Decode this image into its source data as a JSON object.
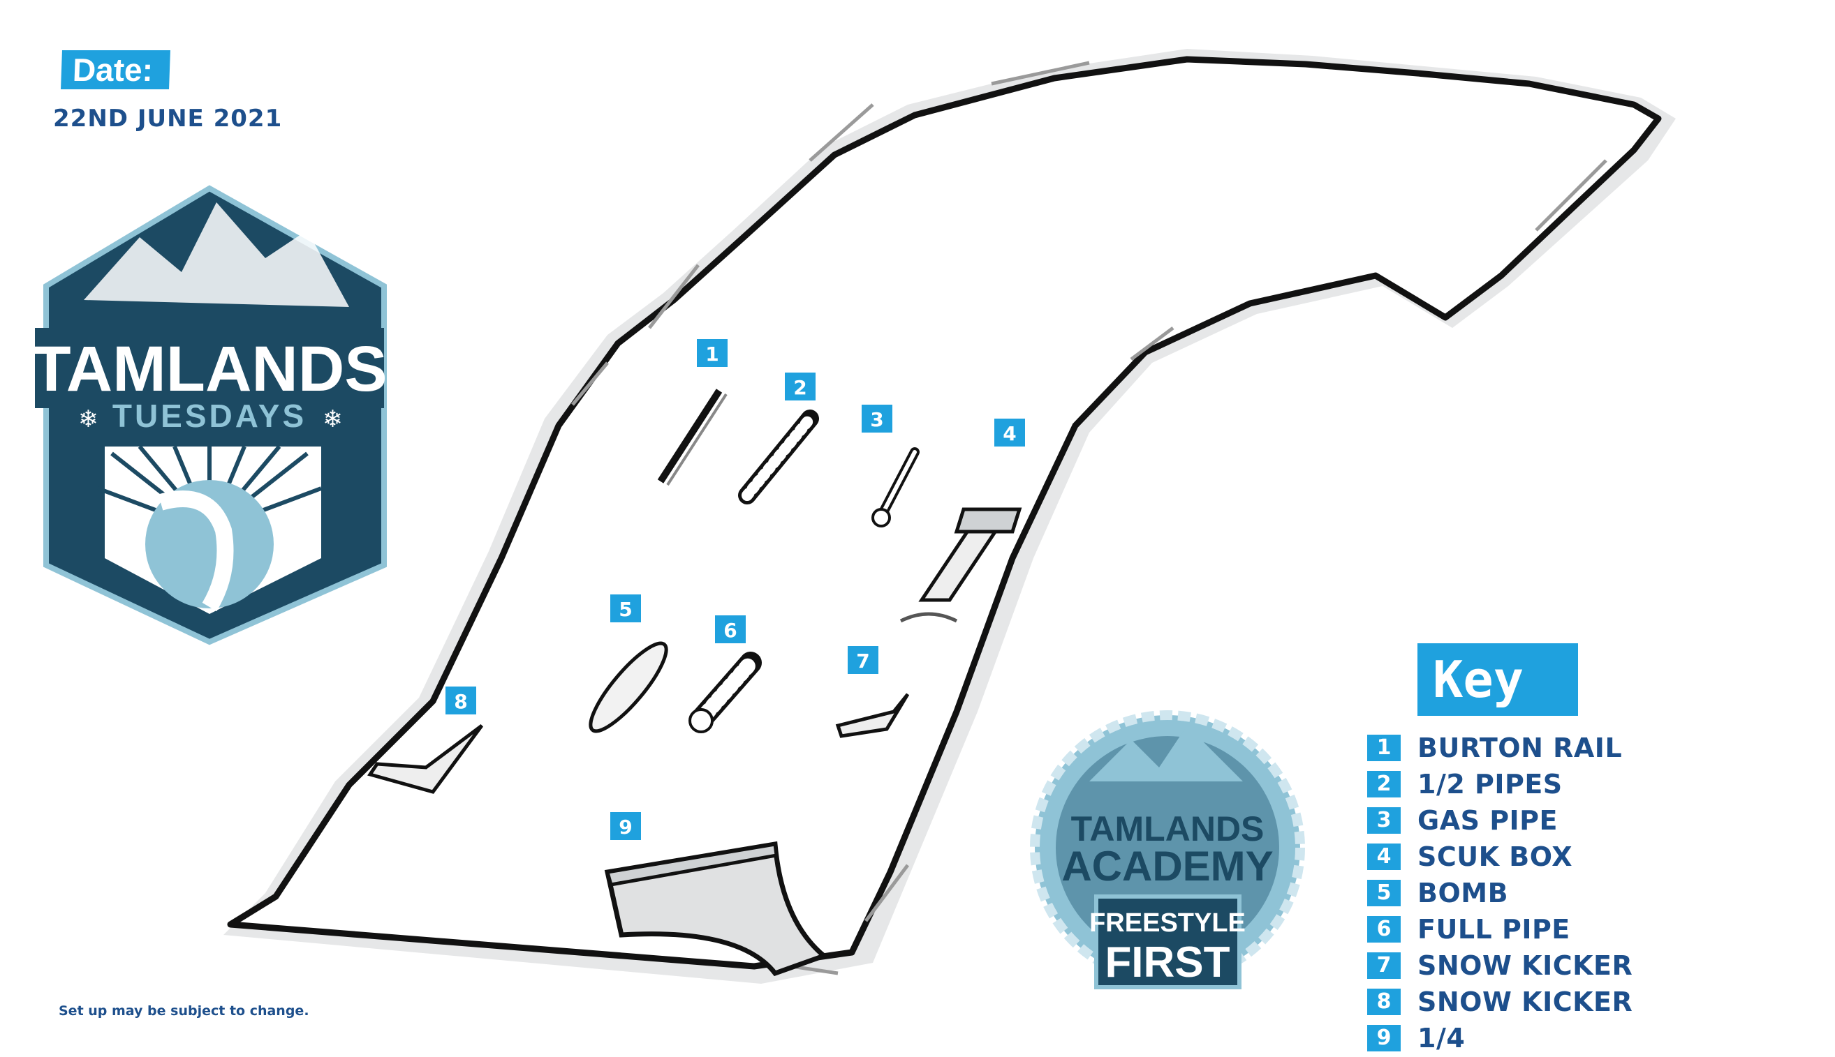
{
  "header": {
    "date_label": "Date:",
    "date_value": "22ND JUNE 2021"
  },
  "logo_tuesdays": {
    "line1": "TAMLANDS",
    "line2": "TUESDAYS"
  },
  "logo_academy": {
    "line1": "TAMLANDS",
    "line2": "ACADEMY",
    "line3": "FREESTYLE",
    "line4": "FIRST"
  },
  "features": [
    {
      "num": "1"
    },
    {
      "num": "2"
    },
    {
      "num": "3"
    },
    {
      "num": "4"
    },
    {
      "num": "5"
    },
    {
      "num": "6"
    },
    {
      "num": "7"
    },
    {
      "num": "8"
    },
    {
      "num": "9"
    }
  ],
  "key": {
    "title": "Key",
    "items": [
      {
        "num": "1",
        "label": "BURTON RAIL"
      },
      {
        "num": "2",
        "label": "1/2 PIPES"
      },
      {
        "num": "3",
        "label": "GAS PIPE"
      },
      {
        "num": "4",
        "label": "SCUK BOX"
      },
      {
        "num": "5",
        "label": "BOMB"
      },
      {
        "num": "6",
        "label": "FULL PIPE"
      },
      {
        "num": "7",
        "label": "SNOW KICKER"
      },
      {
        "num": "8",
        "label": "SNOW KICKER"
      },
      {
        "num": "9",
        "label": "1/4"
      }
    ]
  },
  "footer_note": "Set up may be subject to change.",
  "colors": {
    "accent": "#1fa1de",
    "text": "#1d4f8c",
    "logo_dark": "#1c4a63",
    "logo_light": "#8fc3d6"
  }
}
